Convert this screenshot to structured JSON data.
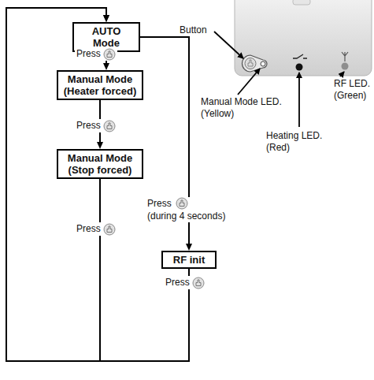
{
  "diagram": {
    "nodes": [
      {
        "text": [
          "AUTO Mode"
        ]
      },
      {
        "text": [
          "Manual Mode (Heater forced)"
        ]
      },
      {
        "text": [
          "Manual Mode (Stop forced)"
        ]
      },
      {
        "text": [
          "RF init"
        ]
      }
    ],
    "edges": [
      {
        "from": 0,
        "to": 1,
        "label": "Press",
        "arrow": "to"
      },
      {
        "from": 1,
        "to": 2,
        "label": "Press",
        "arrow": "to"
      },
      {
        "from": 2,
        "to": 0,
        "label": "Press",
        "arrow": "to"
      },
      {
        "from": 0,
        "to": 3,
        "label": "Press (during 4 seconds)",
        "arrow": "to"
      },
      {
        "from": 3,
        "to": 0,
        "label": "Press",
        "arrow": "to"
      }
    ],
    "labels": [
      "Button",
      "Manual Mode LED. (Yellow)",
      "Heating LED. (Red)",
      "RF LED. (Green)"
    ]
  }
}
